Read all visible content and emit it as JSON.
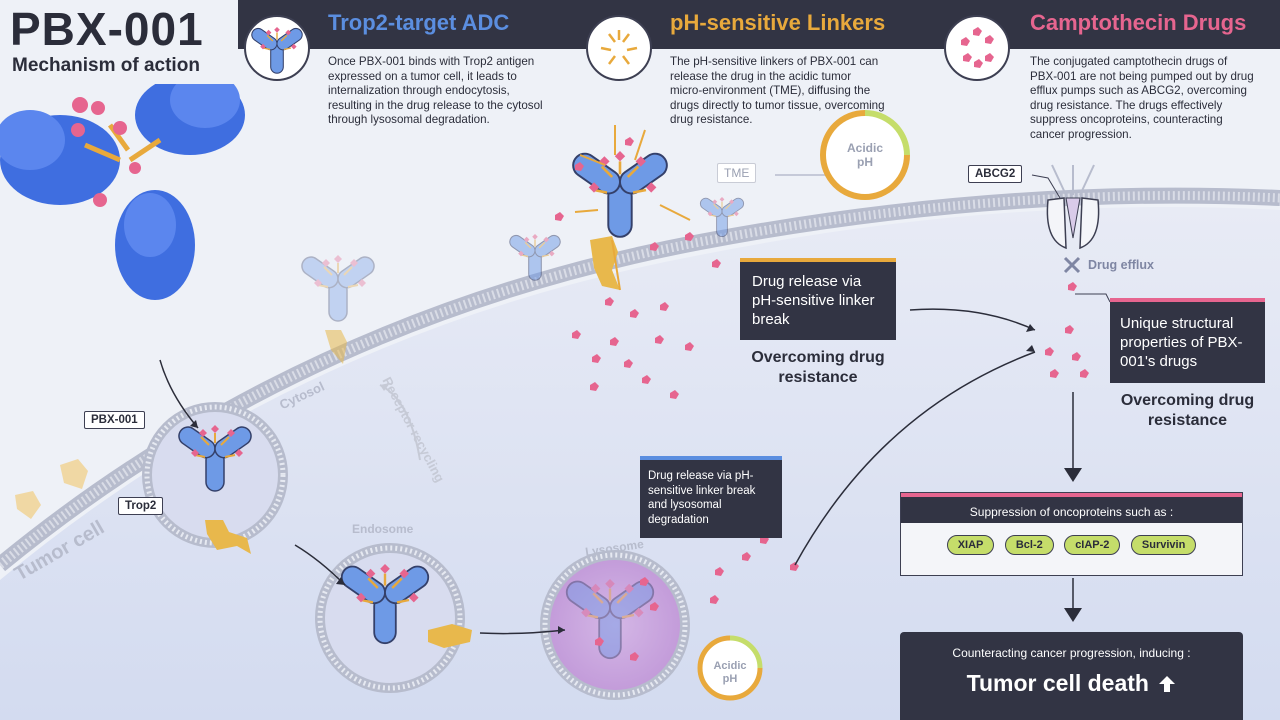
{
  "header": {
    "title": "PBX-001",
    "subtitle": "Mechanism of action"
  },
  "sections": [
    {
      "title": "Trop2-target ADC",
      "color": "#5b8ee0",
      "text": "Once PBX-001 binds with Trop2 antigen expressed on a tumor cell, it leads to internalization through endocytosis, resulting in the drug release to the cytosol through lysosomal degradation."
    },
    {
      "title": "pH-sensitive Linkers",
      "color": "#e8a93c",
      "text": "The pH-sensitive linkers of PBX-001 can release the drug in the acidic tumor micro-environment (TME), diffusing the drugs directly to tumor tissue, overcoming drug resistance."
    },
    {
      "title": "Camptothecin Drugs",
      "color": "#e6658f",
      "text": "The conjugated camptothecin drugs of PBX-001 are not being pumped out by drug efflux pumps such as ABCG2, overcoming drug resistance. The drugs effectively suppress oncoproteins, counteracting cancer progression."
    }
  ],
  "labels": {
    "tme": "TME",
    "acidic_ph_top": "Acidic pH",
    "acidic_ph_bottom": "Acidic pH",
    "abcg2": "ABCG2",
    "drug_efflux": "Drug efflux",
    "pbx001": "PBX-001",
    "trop2": "Trop2",
    "cytosol": "Cytosol",
    "receptor_recycling": "Receptor recycling",
    "tumor_cell": "Tumor cell",
    "endosome": "Endosome",
    "lysosome": "Lysosome"
  },
  "boxes": {
    "release_linker": "Drug release via pH-sensitive linker break",
    "overcoming_1": "Overcoming drug resistance",
    "unique": "Unique structural properties of PBX-001's drugs",
    "overcoming_2": "Overcoming drug resistance",
    "release_lysosomal": "Drug release via pH-sensitive linker break and lysosomal degradation",
    "suppression_title": "Suppression of oncoproteins such as :",
    "oncoproteins": [
      "XIAP",
      "Bcl-2",
      "cIAP-2",
      "Survivin"
    ],
    "counteract_title": "Counteracting cancer progression, inducing :",
    "death": "Tumor cell death"
  },
  "colors": {
    "dark": "#323444",
    "antibody_blue": "#5b8ee0",
    "linker_orange": "#e8a93c",
    "drug_pink": "#e6658f",
    "antigen_yellow": "#e8b84c",
    "membrane": "#b7bccd",
    "lime": "#c5dd6a"
  }
}
